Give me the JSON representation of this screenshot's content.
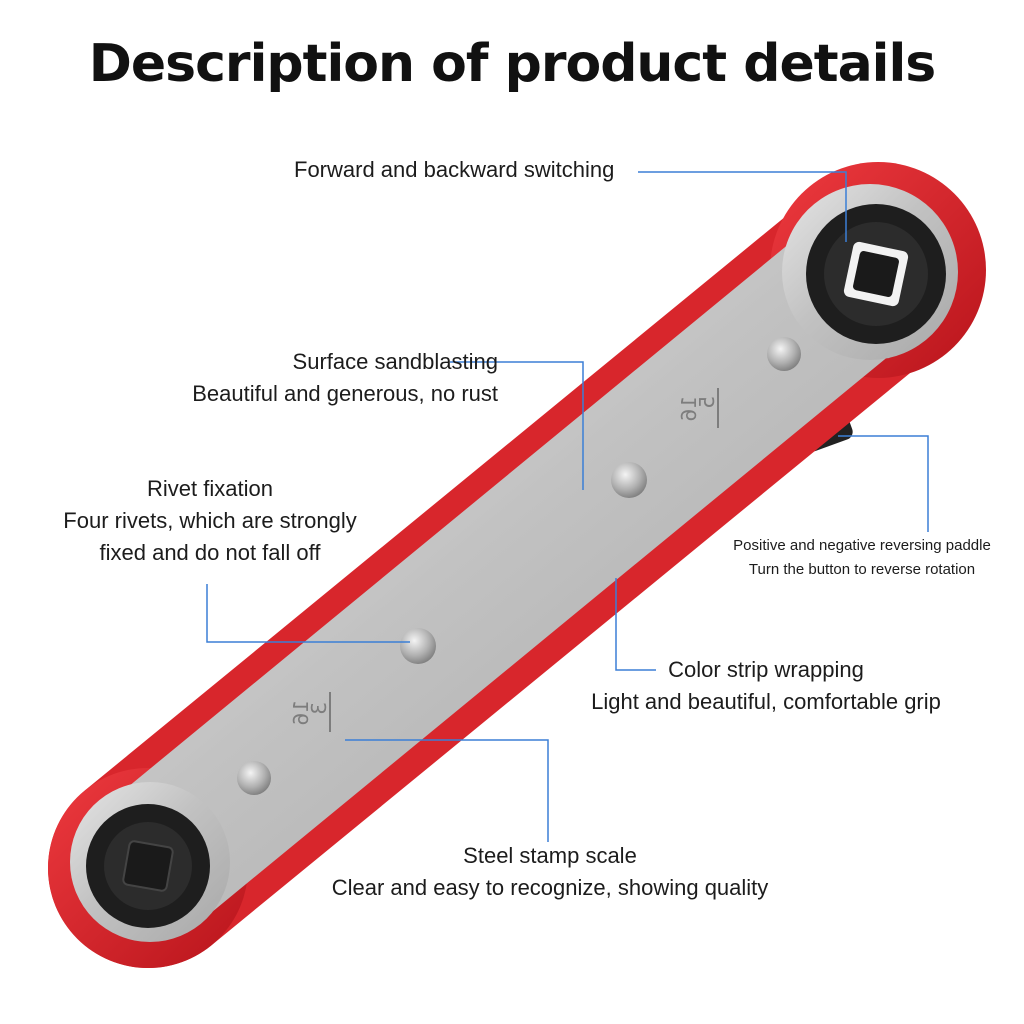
{
  "title": "Description of product details",
  "callouts": {
    "switching": {
      "line1": "Forward and backward switching"
    },
    "sandblasting": {
      "line1": "Surface sandblasting",
      "line2": "Beautiful and generous, no rust"
    },
    "rivet": {
      "line1": "Rivet fixation",
      "line2": "Four rivets, which are strongly",
      "line3": "fixed and do not fall off"
    },
    "paddle": {
      "line1": "Positive and negative reversing paddle",
      "line2": "Turn the button to reverse rotation"
    },
    "strip": {
      "line1": "Color strip wrapping",
      "line2": "Light and beautiful, comfortable grip"
    },
    "stamp": {
      "line1": "Steel stamp scale",
      "line2": "Clear and easy to recognize, showing quality"
    }
  },
  "stamps": {
    "large_top": "5",
    "large_bottom": "16",
    "small_top": "3",
    "small_bottom": "16"
  },
  "colors": {
    "handle_red": "#d8262c",
    "steel": "#c9c9c9",
    "leader_blue": "#3b7fd6"
  }
}
